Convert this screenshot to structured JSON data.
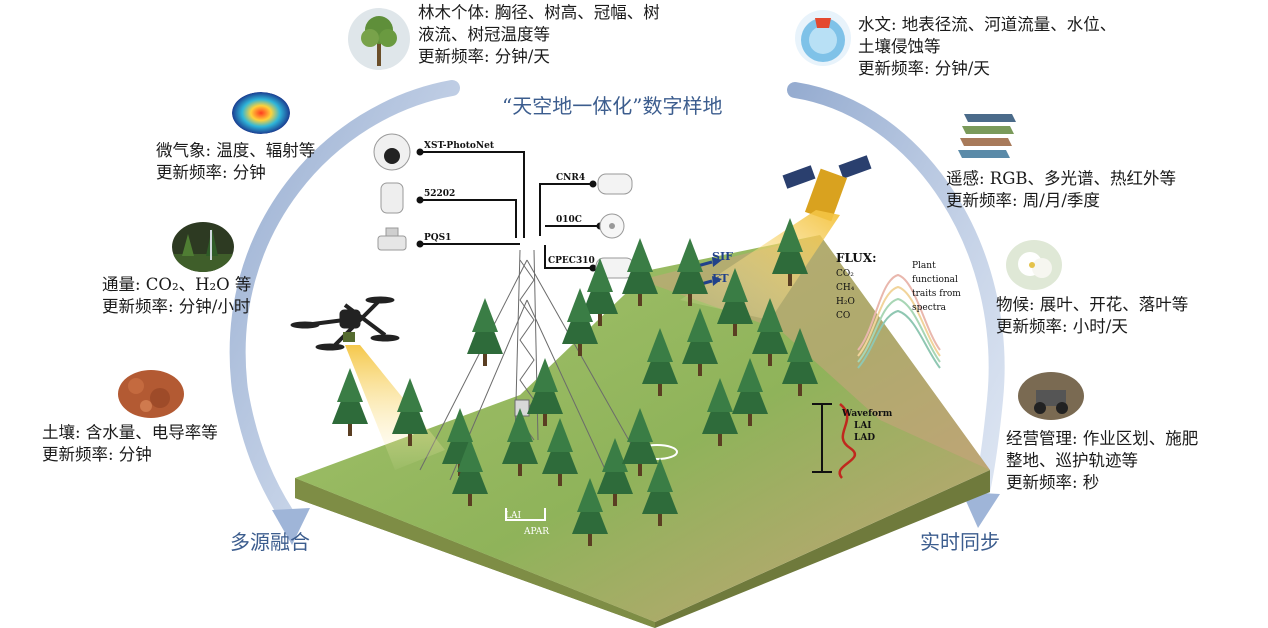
{
  "title": "“天空地一体化”数字样地",
  "left_caption": "多源融合",
  "right_caption": "实时同步",
  "left_labels": [
    {
      "key": "tree",
      "icon": "tree-icon",
      "lines": [
        "林木个体: 胸径、树高、冠幅、树",
        "液流、树冠温度等",
        "更新频率: 分钟/天"
      ]
    },
    {
      "key": "micro",
      "icon": "thermal-image-icon",
      "lines": [
        "微气象: 温度、辐射等",
        "更新频率: 分钟"
      ]
    },
    {
      "key": "flux",
      "icon": "flux-forest-icon",
      "lines": [
        "通量: CO₂、H₂O 等",
        "更新频率: 分钟/小时"
      ]
    },
    {
      "key": "soil",
      "icon": "soil-icon",
      "lines": [
        "土壤: 含水量、电导率等",
        "更新频率: 分钟"
      ]
    }
  ],
  "right_labels": [
    {
      "key": "hydro",
      "icon": "hydrology-map-icon",
      "lines": [
        "水文: 地表径流、河道流量、水位、",
        "土壤侵蚀等",
        "更新频率: 分钟/天"
      ]
    },
    {
      "key": "remote",
      "icon": "remote-sensing-stack-icon",
      "lines": [
        "遥感: RGB、多光谱、热红外等",
        "更新频率: 周/月/季度"
      ]
    },
    {
      "key": "pheno",
      "icon": "flower-icon",
      "lines": [
        "物候: 展叶、开花、落叶等",
        "更新频率: 小时/天"
      ]
    },
    {
      "key": "manage",
      "icon": "field-robot-icon",
      "lines": [
        "经营管理: 作业区划、施肥",
        "整地、巡护轨迹等",
        "更新频率: 秒"
      ]
    }
  ],
  "sensors": [
    "XST-PhotoNet",
    "52202",
    "PQS1",
    "CNR4",
    "010C",
    "CPEC310"
  ],
  "scene": {
    "sif_label": "SIF",
    "et_label": "ET",
    "flux_title": "FLUX:",
    "flux_gases": [
      "CO₂",
      "CH₄",
      "H₂O",
      "CO"
    ],
    "plant_traits": [
      "Plant",
      "functional",
      "traits from",
      "spectra"
    ],
    "waveform": [
      "Waveform",
      "LAI",
      "LAD"
    ],
    "lai_label": "LAI",
    "apar_label": "APAR"
  },
  "colors": {
    "accent_text": "#3c5d8e",
    "arc": "#7f9ac4",
    "ground": "#8fb35a",
    "tree": "#2e6b3a"
  }
}
